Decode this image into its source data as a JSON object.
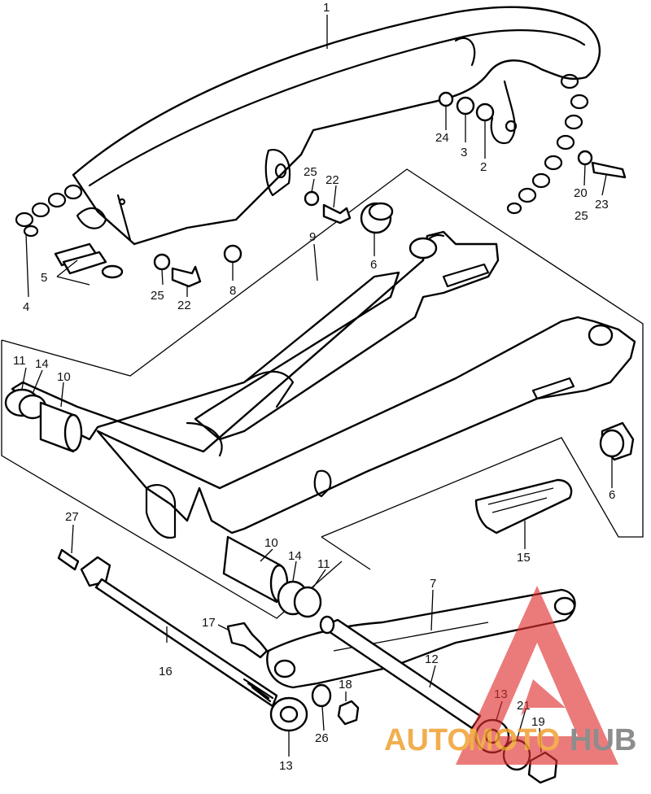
{
  "diagram": {
    "part_labels": [
      "1",
      "2",
      "3",
      "4",
      "5",
      "6",
      "6",
      "7",
      "8",
      "9",
      "10",
      "10",
      "11",
      "11",
      "12",
      "13",
      "13",
      "14",
      "14",
      "15",
      "16",
      "17",
      "18",
      "19",
      "20",
      "21",
      "22",
      "22",
      "23",
      "24",
      "25",
      "25",
      "25",
      "26",
      "27"
    ]
  },
  "watermark": {
    "text_a": "AUTO",
    "text_b": "MOTO",
    "text_c": "HUB",
    "color_orange": "#f0a030",
    "color_red": "#e03030",
    "color_gray": "#7a7a7a"
  }
}
